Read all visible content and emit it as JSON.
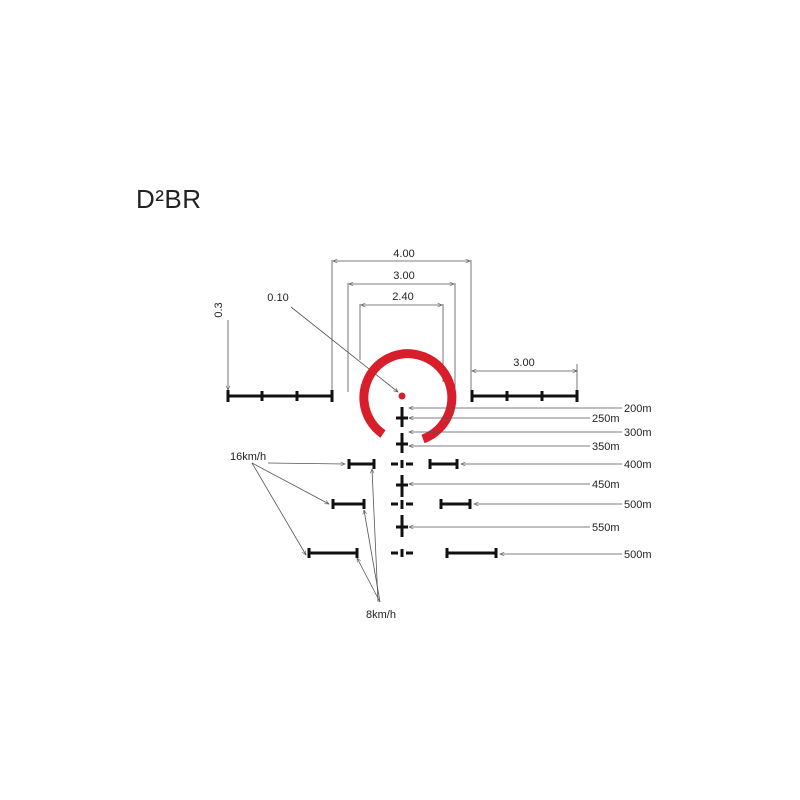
{
  "title": "D²BR",
  "colors": {
    "reticle": "#111111",
    "dot": "#d81e2b",
    "ring": "#d81e2b",
    "leader": "#555555"
  },
  "dimensions": {
    "width_400": "4.00",
    "width_300": "3.00",
    "width_240": "2.40",
    "dot_size": "0.10",
    "side_bar": "3.00",
    "tick_height": "0.3"
  },
  "ranges": [
    "200m",
    "250m",
    "300m",
    "350m",
    "400m",
    "450m",
    "500m",
    "550m",
    "500m"
  ],
  "wind": {
    "fast": "16km/h",
    "slow": "8km/h"
  }
}
